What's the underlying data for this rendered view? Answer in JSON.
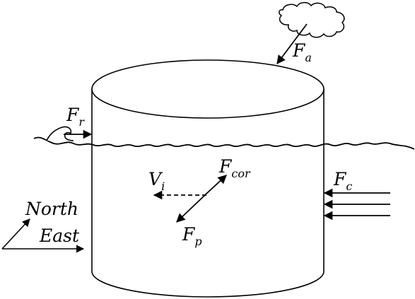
{
  "labels": {
    "atmospheric_force": {
      "main": "F",
      "sub": "a"
    },
    "wave_force": {
      "main": "F",
      "sub": "r"
    },
    "coriolis_force": {
      "main": "F",
      "sub": "cor"
    },
    "current_force": {
      "main": "F",
      "sub": "c"
    },
    "pressure_force": {
      "main": "F",
      "sub": "p"
    },
    "ice_velocity": {
      "main": "V",
      "sub": "i"
    },
    "north": "North",
    "east": "East"
  },
  "colors": {
    "stroke": "#000000",
    "fill": "#ffffff"
  },
  "icons": [
    "cloud-icon",
    "wave-crest-icon"
  ]
}
